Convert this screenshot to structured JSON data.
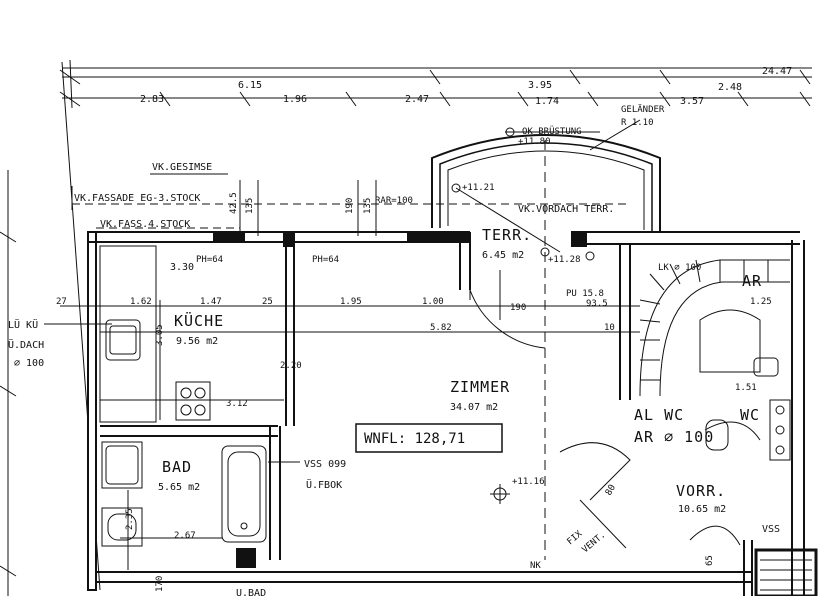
{
  "overall_dimensions": {
    "total": "24.47",
    "row1": [
      "6.15",
      "3.95",
      "2.48"
    ],
    "row2": [
      "2.83",
      "1.96",
      "2.47",
      "1.74",
      "3.57"
    ]
  },
  "annotations": {
    "railing": "GELÄNDER",
    "railing_height": "R 1.10",
    "ok_parapet": "OK BRÜSTUNG",
    "ok_parapet_level": "+11.80",
    "vk_cornice": "VK.GESIMSE",
    "vk_facade_eg3": "VK.FASSADE EG-3.STOCK",
    "vk_facade_4": "VK.FASS.4.STOCK",
    "vk_canopy": "VK.VORDACH TERR.",
    "level_terrace": "+11.21",
    "level_terrace2": "+11.28",
    "level_room": "+11.16",
    "rar": "RAR=100",
    "lu_ku": "LÜ KÜ",
    "u_dach": "Ü.DACH",
    "diameter_100": "⌀ 100",
    "vss_label": "VSS 099",
    "vss_sub": "Ü.FBOK",
    "vss2": "VSS",
    "fix": "FIX",
    "vent": "VENT.",
    "nk": "NK",
    "pu": "PU 15.8",
    "lk": "LK ⌀ 100"
  },
  "dimensions": {
    "d_3_30": "3.30",
    "d_27": "27",
    "d_1_62": "1.62",
    "d_1_47": "1.47",
    "d_25": "25",
    "d_1_95": "1.95",
    "d_1_00": "1.00",
    "d_190": "190",
    "d_93_5": "93.5",
    "d_10": "10",
    "d_5_82": "5.82",
    "d_3_05": "3.05",
    "d_3_12": "3.12",
    "d_2_20": "2.20",
    "d_2_35": "2.35",
    "d_2_67": "2.67",
    "d_1_51": "1.51",
    "d_1_25": "1.25",
    "d_ph64a": "PH=64",
    "d_ph64b": "PH=64",
    "d_135a": "135",
    "d_42_5": "42.5",
    "d_190v": "190",
    "d_135b": "135",
    "d_170": "170",
    "d_65": "65",
    "d_80": "80"
  },
  "rooms": [
    {
      "name": "KÜCHE",
      "area": "9.56 m2"
    },
    {
      "name": "ZIMMER",
      "area": "34.07 m2"
    },
    {
      "name": "BAD",
      "area": "5.65 m2"
    },
    {
      "name": "TERR.",
      "area": "6.45 m2"
    },
    {
      "name": "VORR.",
      "area": "10.65 m2"
    },
    {
      "name": "AL WC",
      "area": "AR ⌀ 100"
    },
    {
      "name": "WC",
      "area": ""
    },
    {
      "name": "AR",
      "area": ""
    }
  ],
  "net_area_box": "WNFL: 128,71",
  "bottom_label": "U.BAD"
}
